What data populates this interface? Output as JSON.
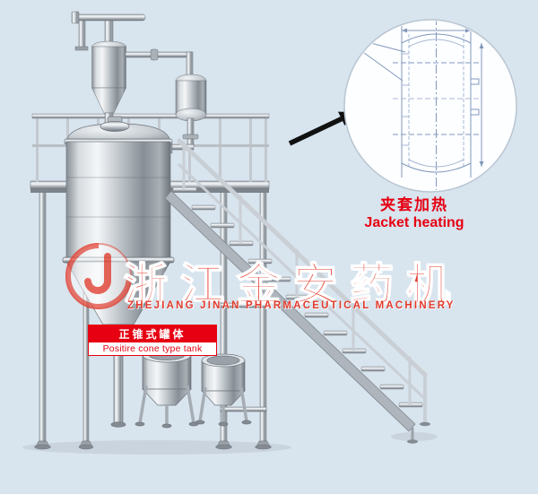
{
  "callout": {
    "label_cn": "夹套加热",
    "label_en": "Jacket heating"
  },
  "watermark": {
    "brand_cn": "浙江金安药机",
    "brand_en": "ZHEJIANG JINAN PHARMACEUTICAL MACHINERY"
  },
  "tank_label": {
    "label_cn": "正锥式罐体",
    "label_en": "Positire cone type tank"
  },
  "colors": {
    "accent_red": "#e60012",
    "watermark_red": "#e23a2b",
    "blueprint_blue": "#8198bd",
    "background": "#d8e4ee"
  },
  "icons": {
    "callout_arrow": "black arrow pointing to zoom circle",
    "brand_logo": "J swirl logo"
  }
}
